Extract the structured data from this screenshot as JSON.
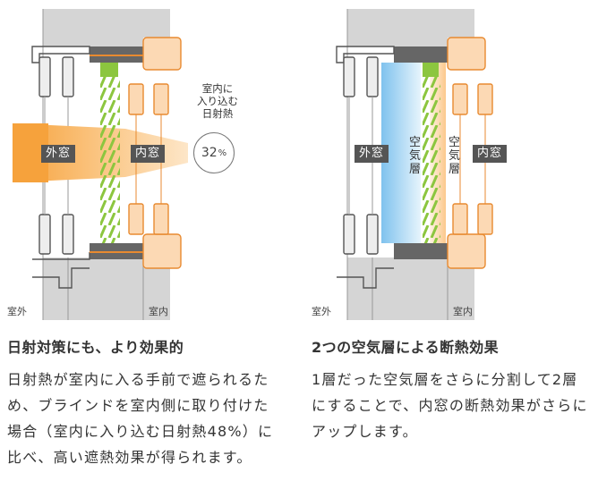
{
  "left": {
    "outer_label": "外窓",
    "inner_label": "内窓",
    "heat_text": "室内に\n入り込む\n日射熱",
    "heat_value": "32",
    "heat_unit": "%",
    "outside": "室外",
    "inside": "室内",
    "heading": "日射対策にも、より効果的",
    "body": "日射熱が室内に入る手前で遮られるため、ブラインドを室内側に取り付けた場合（室内に入り込む日射熱48%）に比べ、高い遮熱効果が得られます。"
  },
  "right": {
    "outer_label": "外窓",
    "inner_label": "内窓",
    "air_label_1": "空気層",
    "air_label_2": "空気層",
    "outside": "室外",
    "inside": "室内",
    "heading": "2つの空気層による断熱効果",
    "body": "1層だった空気層をさらに分割して2層にすることで、内窓の断熱効果がさらにアップします。"
  },
  "colors": {
    "wall": "#d5d5d5",
    "frame": "#666666",
    "inner_frame": "#f4a35b",
    "sun_arrow": "#f4a040",
    "air_blue": "#a9d6f3",
    "green": "#8cc63f"
  }
}
